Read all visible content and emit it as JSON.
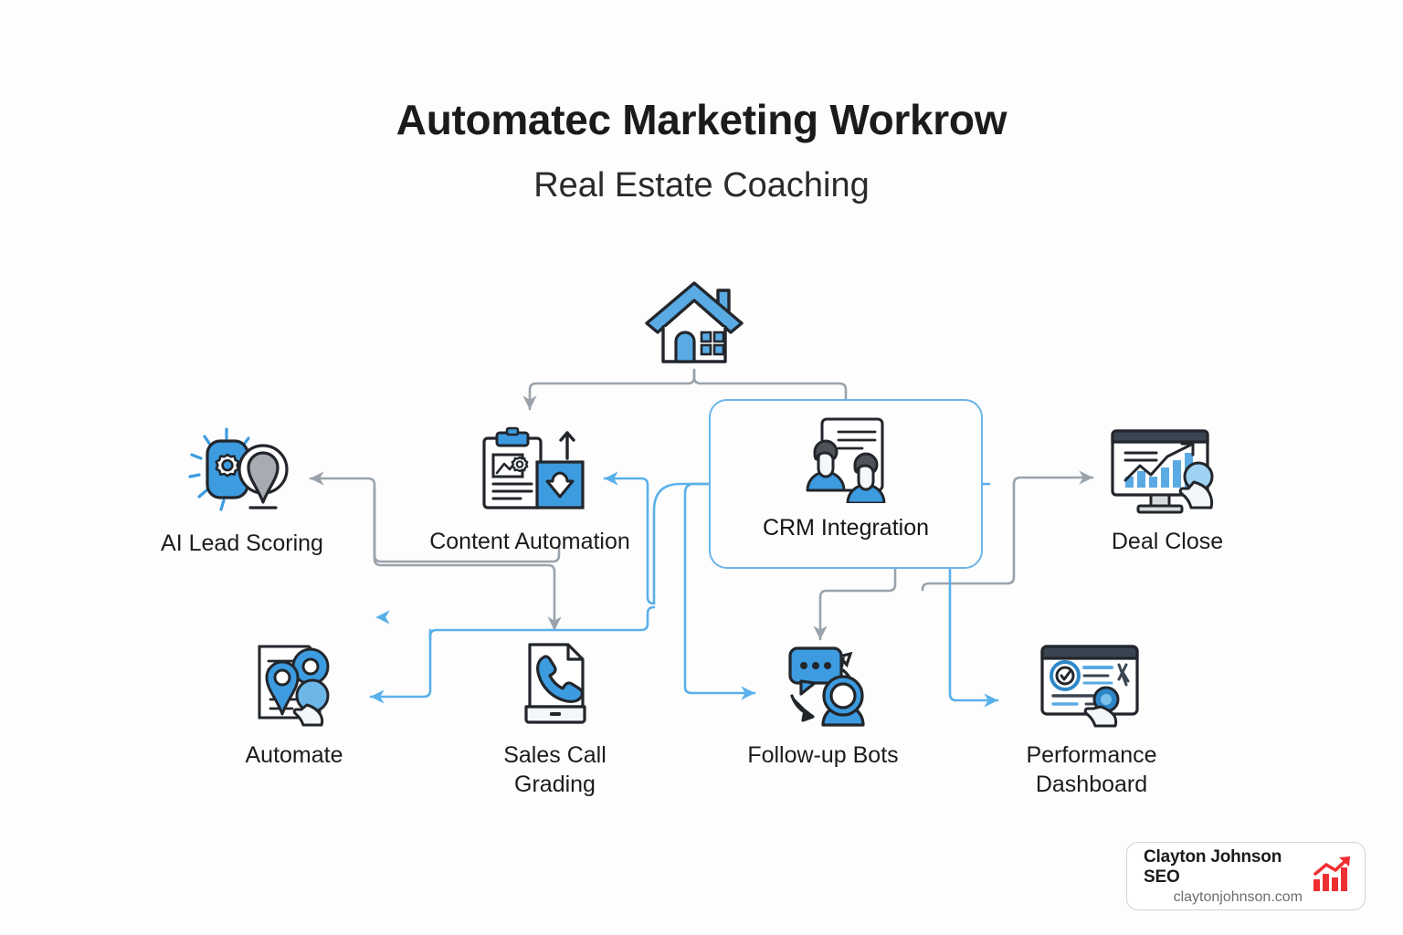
{
  "header": {
    "title": "Automatec Marketing Workrow",
    "subtitle": "Real Estate Coaching"
  },
  "colors": {
    "accent_blue": "#3d9be0",
    "light_blue": "#6bb4e8",
    "wire_gray": "#9aa3ab",
    "wire_blue": "#5ab0ea",
    "ink": "#22262b",
    "logo_red": "#ee2f32",
    "background": "#fdfdfd"
  },
  "nodes": [
    {
      "id": "house",
      "label": "",
      "icon": "house-icon"
    },
    {
      "id": "ai",
      "label": "AI Lead Scoring",
      "icon": "ai-lead-scoring-icon"
    },
    {
      "id": "content",
      "label": "Content Automation",
      "icon": "content-automation-icon"
    },
    {
      "id": "crm",
      "label": "CRM Integration",
      "icon": "crm-people-icon"
    },
    {
      "id": "deal",
      "label": "Deal Close",
      "icon": "deal-close-monitor-icon"
    },
    {
      "id": "automate",
      "label": "Automate",
      "icon": "automate-icon"
    },
    {
      "id": "sales",
      "label": "Sales Call\nGrading",
      "icon": "sales-call-grading-icon"
    },
    {
      "id": "bots",
      "label": "Follow-up Bots",
      "icon": "follow-up-bots-icon"
    },
    {
      "id": "perf",
      "label": "Performance\nDashboard",
      "icon": "performance-dashboard-icon"
    }
  ],
  "connectors": [
    {
      "from": "house",
      "to": "content",
      "color": "gray"
    },
    {
      "from": "house",
      "to": "crm",
      "color": "blue"
    },
    {
      "from": "content",
      "to": "ai",
      "color": "gray"
    },
    {
      "from": "content",
      "to": "sales",
      "color": "gray"
    },
    {
      "from": "crm",
      "to": "content",
      "color": "blue"
    },
    {
      "from": "crm",
      "to": "automate",
      "color": "blue"
    },
    {
      "from": "crm",
      "to": "bots",
      "color": "blue"
    },
    {
      "from": "crm",
      "to": "bots",
      "color": "gray"
    },
    {
      "from": "crm",
      "to": "deal",
      "color": "gray"
    },
    {
      "from": "crm",
      "to": "perf",
      "color": "blue"
    },
    {
      "from": "crm",
      "to": "sales",
      "color": "blue"
    }
  ],
  "logo": {
    "brand": "Clayton Johnson SEO",
    "site": "claytonjohnson.com",
    "mark": "growth-bars-icon"
  }
}
